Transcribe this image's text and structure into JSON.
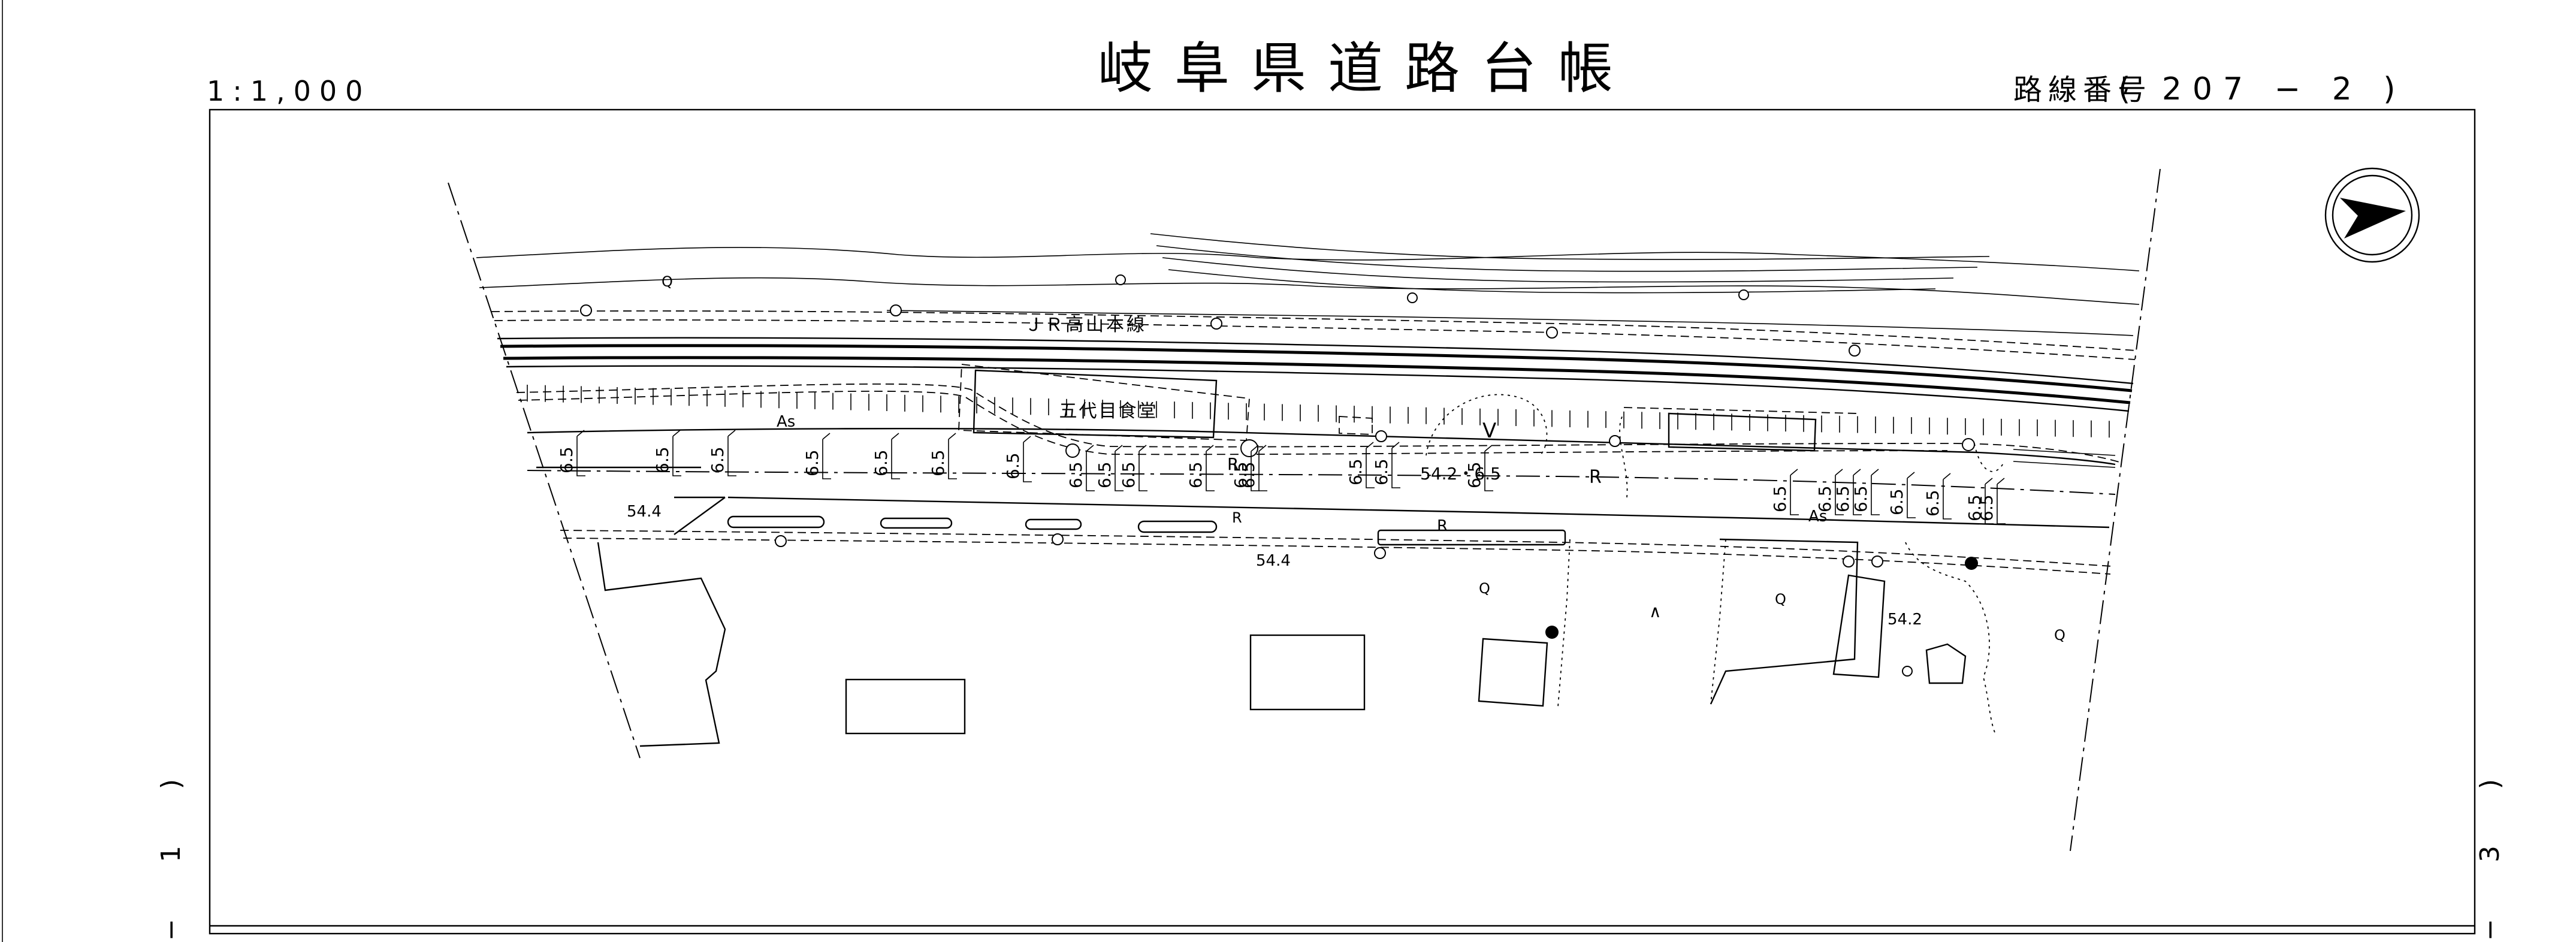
{
  "header": {
    "title": "岐阜県道路台帳",
    "scale": "1:1,000",
    "route_label": "路線番号",
    "route_number": "( 207 − 2 )"
  },
  "map": {
    "railway_label": "ＪＲ高山本線",
    "building_label": "五代目食堂",
    "surface_labels": [
      "As",
      "As"
    ],
    "r_markers": [
      "R",
      "R",
      "R",
      "R"
    ],
    "elevations": [
      "54.4",
      "54.4",
      "54.2"
    ],
    "center_widths": [
      "54.2・6.5"
    ],
    "width_marks": [
      "6.5",
      "6.5",
      "6.5",
      "6.5",
      "6.5",
      "6.5",
      "6.5",
      "6.5",
      "6.5",
      "6.5",
      "6.5",
      "6.5",
      "6.5",
      "6.5",
      "6.5",
      "6.5",
      "6.5",
      "6.5",
      "6.5",
      "6.5",
      "6.5",
      "6.5",
      "6.5",
      "6.5"
    ],
    "misc_symbols": [
      "V",
      "∧",
      "Q",
      "Q",
      "Q",
      "Q"
    ]
  },
  "margins": {
    "left_sheet_ref": "− 1 )",
    "right_sheet_ref": "− 3 )"
  },
  "icons": {
    "north_arrow": "north-arrow-icon"
  }
}
